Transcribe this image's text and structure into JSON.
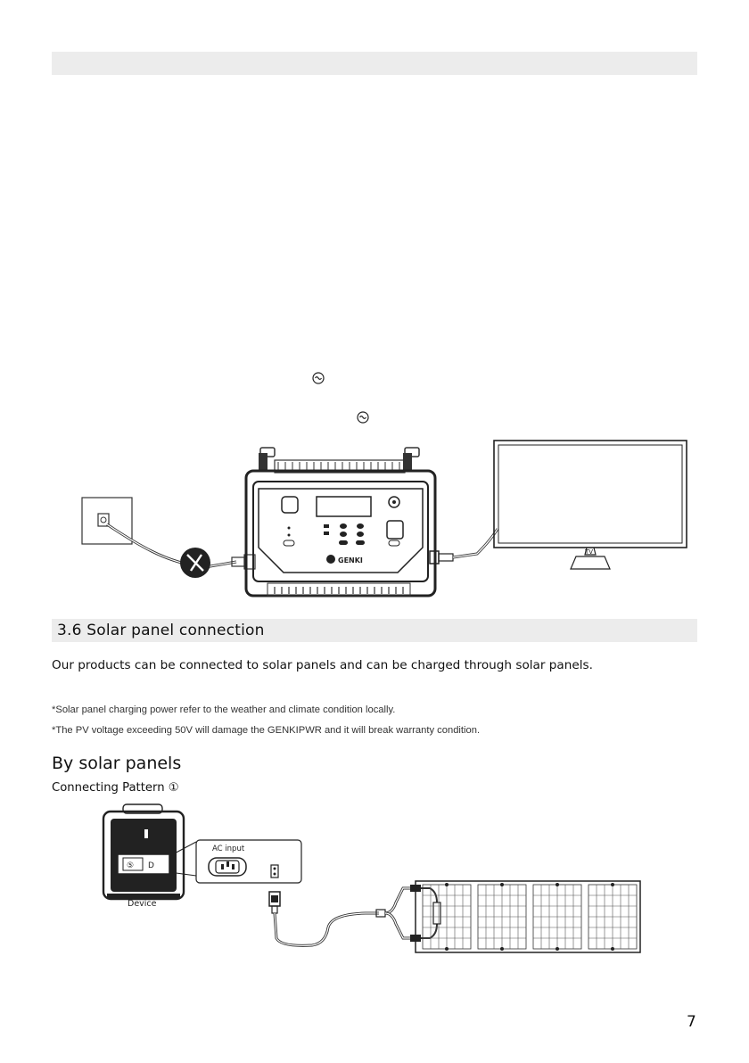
{
  "section": {
    "title": "3.6  Solar panel connection",
    "intro": "Our products can be connected to solar panels and can be charged through solar panels.",
    "notes": [
      "*Solar panel charging power refer to the weather and climate condition locally.",
      "*The PV voltage exceeding 50V will damage the GENKIPWR and it will break warranty condition."
    ]
  },
  "subsection": {
    "heading": "By solar panels",
    "pattern_label": "Connecting Pattern ①"
  },
  "figure_top": {
    "tv_label": "TV",
    "brand": "GENKI"
  },
  "figure_bottom": {
    "ac_input_label": "AC input",
    "device_label": "Device"
  },
  "page_number": "7",
  "icons": [
    "ac-wave-icon",
    "no-charge-icon",
    "wall-outlet-icon"
  ]
}
